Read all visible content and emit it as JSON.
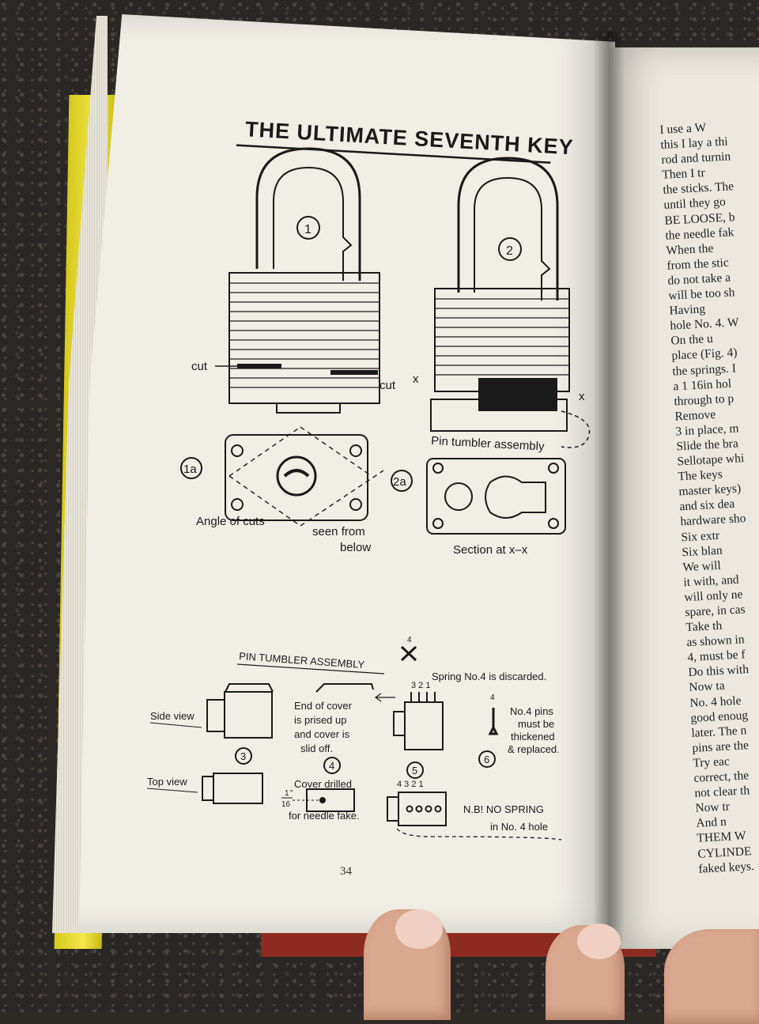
{
  "left_page": {
    "title": "THE ULTIMATE SEVENTH KEY",
    "page_number": "34",
    "labels": {
      "fig1": "1",
      "fig2": "2",
      "cut_left": "cut",
      "cut_right": "cut",
      "x_left": "x",
      "x_right": "x",
      "pin_tumbler_assembly": "Pin tumbler assembly",
      "fig1a": "1a",
      "fig2a": "2a",
      "angle_of_cuts": "Angle of cuts",
      "seen_from": "seen from",
      "below": "below",
      "section": "Section at x–x",
      "assembly_title": "PIN TUMBLER ASSEMBLY",
      "spring_top": "4",
      "spring_numbers": "3 2 1",
      "spring_discarded": "Spring No.4 is discarded.",
      "end_of_cover_1": "End of cover",
      "end_of_cover_2": "is prised up",
      "end_of_cover_3": "and cover is",
      "end_of_cover_4": "slid off.",
      "side_view": "Side view",
      "top_view": "Top view",
      "pin4_label": "4",
      "no4_pins_1": "No.4 pins",
      "no4_pins_2": "must be",
      "no4_pins_3": "thickened",
      "no4_pins_4": "& replaced.",
      "fig3": "3",
      "fig4": "4",
      "fig5": "5",
      "fig6": "6",
      "cover_drilled": "Cover drilled",
      "frac_num": "1",
      "frac_den": "16",
      "inch_mark": "\"",
      "needle_fake": "for needle fake.",
      "hole_numbers": "4 3 2 1",
      "nb_no_spring": "N.B! NO SPRING",
      "in_no4_hole": "in No. 4 hole"
    }
  },
  "right_page": {
    "lines": [
      "I use a W",
      "this I lay a thi",
      "rod and turnin",
      "Then I tr",
      "the sticks. The",
      "until they go",
      "BE LOOSE, b",
      "the needle fak",
      "When the",
      "from the stic",
      "do not take a",
      "will be too sh",
      "Having",
      "hole No. 4. W",
      "On the u",
      "place (Fig. 4)",
      "the springs. I",
      "a 1 16in hol",
      "through to p",
      "Remove",
      "3 in place, m",
      "Slide the bra",
      "Sellotape whi",
      "The keys",
      "master keys)",
      "and six dea",
      "hardware sho",
      "Six extr",
      "Six blan",
      "We will",
      "it with, and",
      "will only ne",
      "spare, in cas",
      "Take th",
      "as shown in",
      "4, must be f",
      "Do this with",
      "Now ta",
      "No. 4 hole",
      "good enoug",
      "later. The n",
      "pins are the",
      "Try eac",
      "correct, the",
      "not clear th",
      "Now tr",
      "And n",
      "THEM W",
      "CYLINDE",
      "faked keys."
    ]
  },
  "colors": {
    "page": "#f1eee6",
    "ink": "#1a1a1a",
    "spine": "#f2e84a",
    "counter": "#2b2724"
  }
}
